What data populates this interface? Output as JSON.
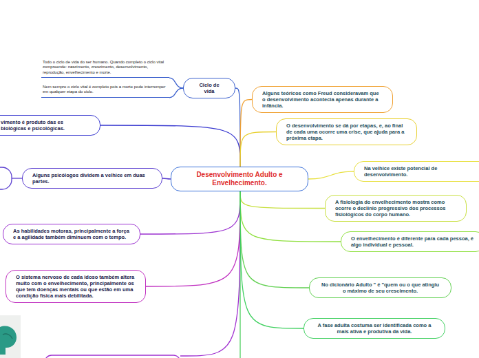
{
  "diagram": {
    "title": "Desenvolvimento Adulto e Envelhecimento.",
    "nodes": [
      {
        "text": [
          "Desenvolvimento Adulto e Envelhecimento."
        ]
      },
      {
        "text": [
          "Todo o ciclo de vida do ser humano. Quando completo o ciclo vital compreende: nascimento, crescimento, desenvolvimento, reprodução, envelhecimento e morte."
        ]
      },
      {
        "text": [
          "Nem sempre o ciclo vital é completo pois a morte pode interromper em qualquer etapa do ciclo."
        ]
      },
      {
        "text": [
          "Ciclo de vida"
        ]
      },
      {
        "text": [
          "vimento é produto das es biológicas e psicológicas."
        ]
      },
      {
        "text": [
          "Alguns psicólogos dividem a velhice em duas partes."
        ]
      },
      {
        "text": [
          "As habilidades motoras, principalmente a força e a agilidade também diminuem com o tempo."
        ]
      },
      {
        "text": [
          "O sistema nervoso de cada idoso também altera muito com o envelhecimento, principalmente os que tem doenças mentais ou que estão em uma condição física mais debilitada."
        ]
      },
      {
        "text": [
          "Alguns teóricos como Freud consideravam que o desenvolvimento acontecia apenas durante a infância."
        ]
      },
      {
        "text": [
          "O desenvolvimento se dá por  etapas, e, ao final de cada uma ocorre uma crise, que ajuda para a próxima etapa."
        ]
      },
      {
        "text": [
          "Na velhice existe potencial de desenvolvimento."
        ]
      },
      {
        "text": [
          "A fisiologia do envelhecimento mostra como ocorre o declínio progressivo dos processos fisiológicos do corpo humano."
        ]
      },
      {
        "text": [
          "O envelhecimento é diferente para cada pessoa, é algo individual e pessoal."
        ]
      },
      {
        "text": [
          "No dicionário Adulto \" é  \"quem ou o que atingiu o máximo de seu crescimento."
        ]
      },
      {
        "text": [
          "A fase adulta costuma ser identificada como a mais ativa e produtiva da vida."
        ]
      }
    ],
    "edges": [
      {
        "from": 0,
        "to": 3,
        "arrow": "none"
      },
      {
        "from": 3,
        "to": 1,
        "arrow": "none"
      },
      {
        "from": 3,
        "to": 2,
        "arrow": "none"
      },
      {
        "from": 0,
        "to": 4,
        "arrow": "none"
      },
      {
        "from": 0,
        "to": 5,
        "arrow": "none"
      },
      {
        "from": 0,
        "to": 6,
        "arrow": "none"
      },
      {
        "from": 0,
        "to": 7,
        "arrow": "none"
      },
      {
        "from": 0,
        "to": 8,
        "arrow": "none"
      },
      {
        "from": 0,
        "to": 9,
        "arrow": "none"
      },
      {
        "from": 0,
        "to": 10,
        "arrow": "none"
      },
      {
        "from": 0,
        "to": 11,
        "arrow": "none"
      },
      {
        "from": 0,
        "to": 12,
        "arrow": "none"
      },
      {
        "from": 0,
        "to": 13,
        "arrow": "none"
      },
      {
        "from": 0,
        "to": 14,
        "arrow": "none"
      }
    ]
  }
}
